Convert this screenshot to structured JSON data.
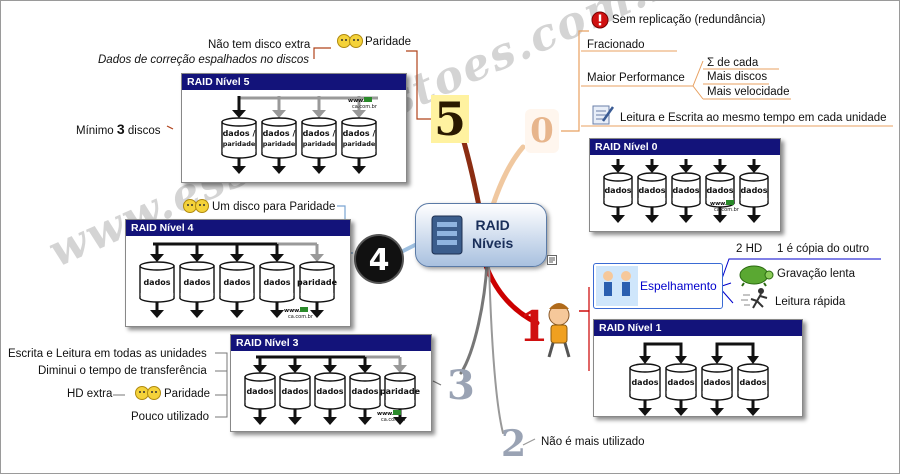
{
  "center": {
    "title_line1": "RAID",
    "title_line2": "Níveis"
  },
  "watermark": "www.essasquestoes.com.br/",
  "panel_logo": {
    "line1": "www.",
    "line2": "ca.com.br"
  },
  "level5": {
    "number": "5",
    "panel_title": "RAID Nível 5",
    "notes": [
      "Não tem disco extra",
      "Dados de correção espalhados no discos"
    ],
    "feature": "Paridade",
    "min_prefix": "Mínimo ",
    "min_num": "3",
    "min_suffix": " discos",
    "disks": [
      "dados / paridade",
      "dados / paridade",
      "dados / paridade",
      "dados / paridade"
    ]
  },
  "level4": {
    "number": "4",
    "panel_title": "RAID Nível 4",
    "feature": "Um disco para Paridade",
    "disks": [
      "dados",
      "dados",
      "dados",
      "dados",
      "paridade"
    ]
  },
  "level3": {
    "number": "3",
    "panel_title": "RAID Nível 3",
    "notes": [
      "Escrita e Leitura em todas as unidades",
      "Diminui o tempo de transferência",
      "HD extra",
      "Paridade",
      "Pouco utilizado"
    ],
    "disks": [
      "dados",
      "dados",
      "dados",
      "dados",
      "paridade"
    ]
  },
  "level2": {
    "number": "2",
    "note": "Não é mais utilizado"
  },
  "level0": {
    "number": "0",
    "panel_title": "RAID Nível 0",
    "warning": "Sem replicação (redundância)",
    "items": [
      "Fracionado",
      "Maior Performance",
      "Σ de cada",
      "Mais discos",
      "Mais velocidade",
      "Leitura e Escrita ao mesmo tempo em cada unidade"
    ],
    "disks": [
      "dados",
      "dados",
      "dados",
      "dados",
      "dados"
    ]
  },
  "level1": {
    "number": "1",
    "panel_title": "RAID Nível 1",
    "feature": "Espelhamento",
    "items": [
      "2 HD",
      "1 é cópia do outro",
      "Gravação lenta",
      "Leitura rápida"
    ],
    "disks": [
      "dados",
      "dados",
      "dados",
      "dados"
    ]
  }
}
